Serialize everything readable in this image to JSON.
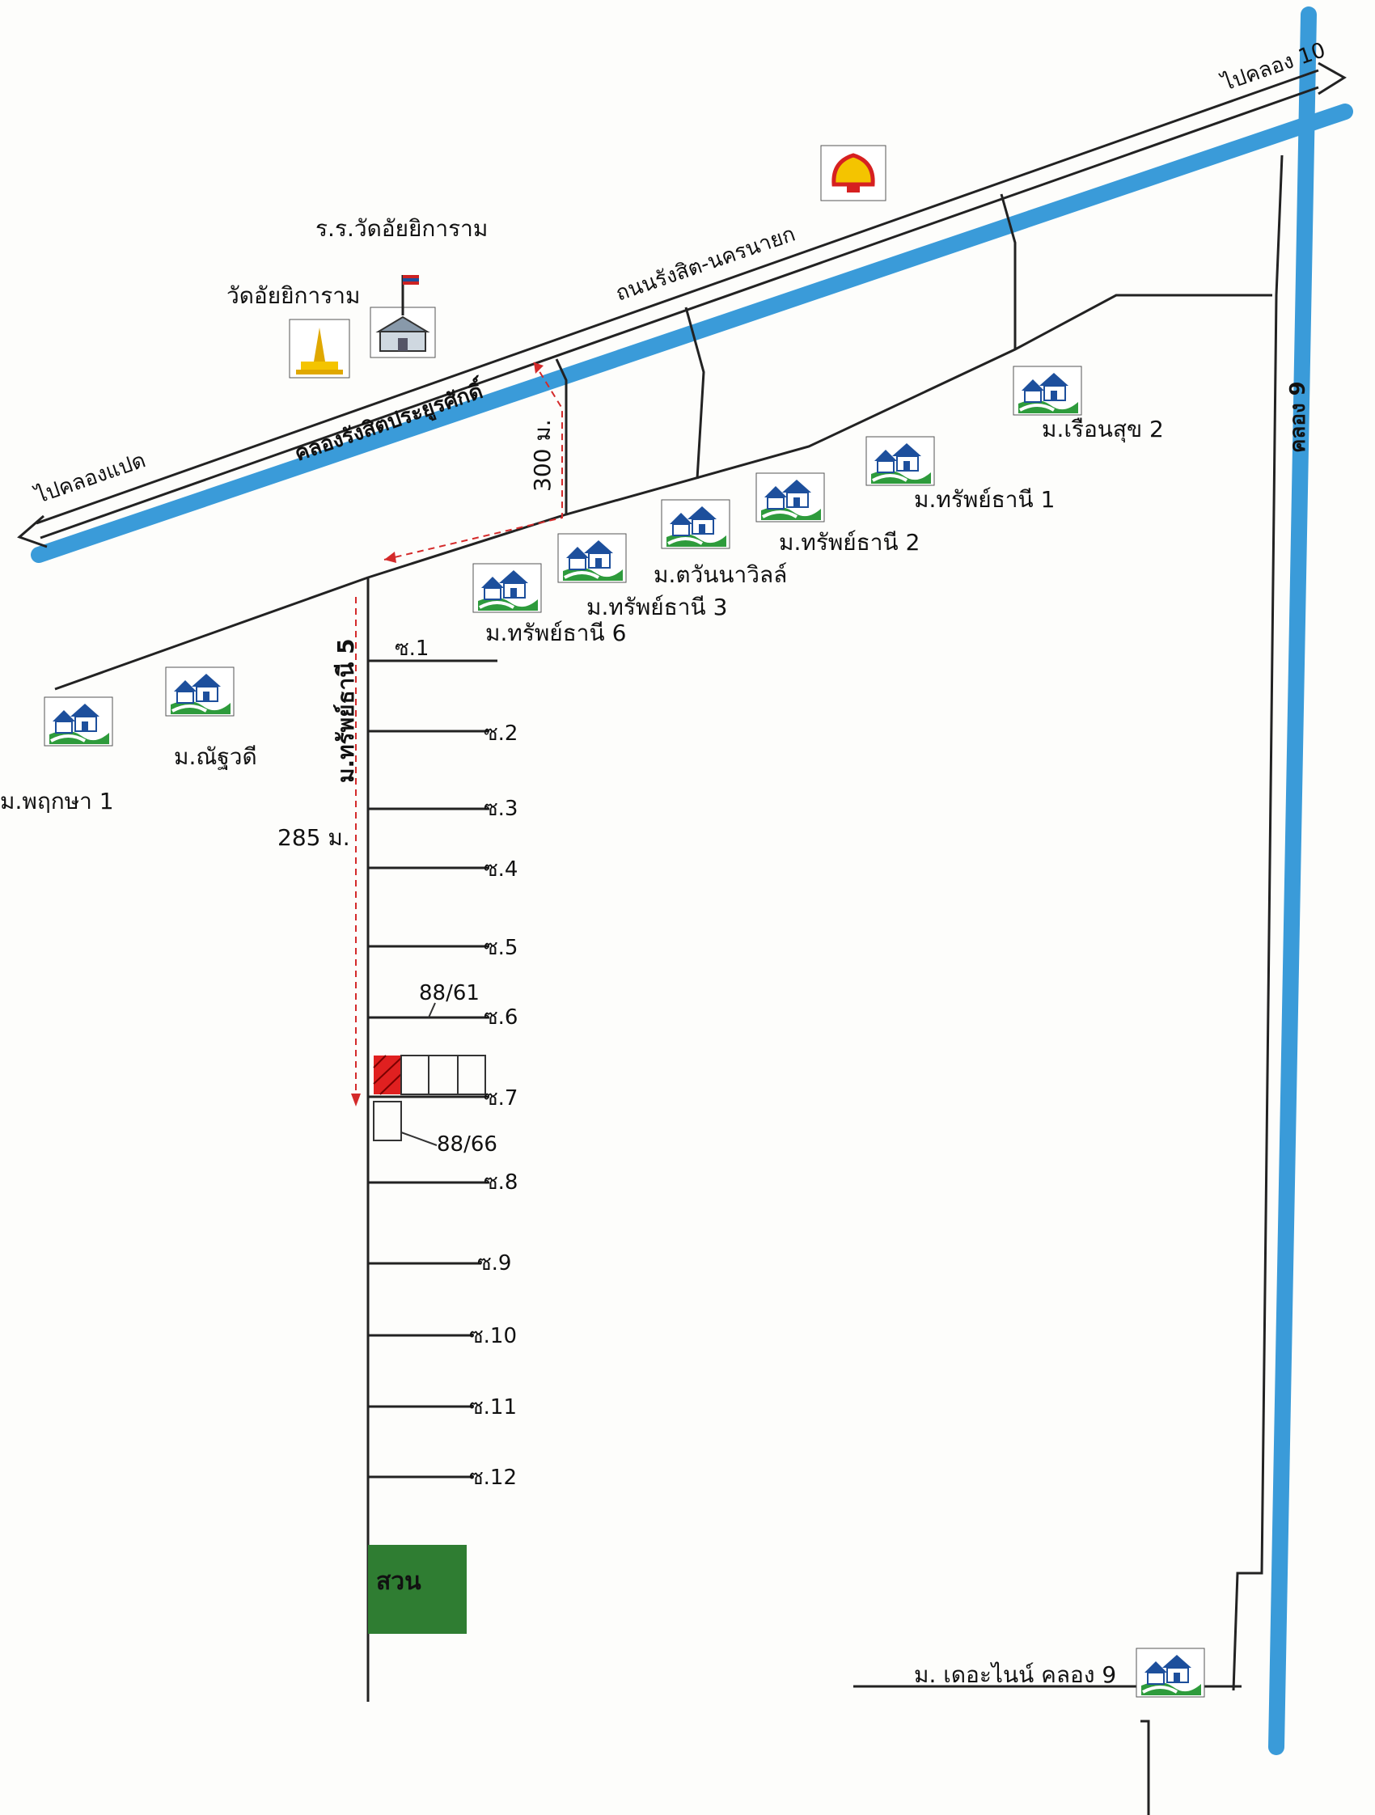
{
  "colors": {
    "canal": "#3a9bd9",
    "measure": "#d42a2a",
    "garden": "#2f7d32",
    "plot": "#e02020",
    "house_roof": "#1d4f9c",
    "house_grass": "#2e9b3c"
  },
  "icons": {
    "shell": "shell-logo-icon",
    "temple": "temple-stupa-icon",
    "school": "school-building-icon",
    "village": "village-houses-icon"
  },
  "labels": {
    "to_klong_10": "ไปคลอง 10",
    "to_klong_paed": "ไปคลองแปด",
    "main_road": "ถนนรังสิต-นครนายก",
    "canal": "คลองรังสิตประยูรศักดิ์",
    "canal_9": "คลอง 9",
    "school": "ร.ร.วัดอัยยิการาม",
    "temple": "วัดอัยยิการาม",
    "dist_300": "300 ม.",
    "dist_285": "285 ม.",
    "side_road": "ม.ทรัพย์ธานี 5",
    "garden": "สวน",
    "plot_88_61": "88/61",
    "plot_88_66": "88/66"
  },
  "villages": [
    "ม.เรือนสุข 2",
    "ม.ทรัพย์ธานี 1",
    "ม.ทรัพย์ธานี 2",
    "ม.ตวันนาวิลล์",
    "ม.ทรัพย์ธานี 3",
    "ม.ทรัพย์ธานี 6",
    "ม.ณัฐวดี",
    "ม.พฤกษา 1",
    "ม. เดอะไนน์ คลอง 9"
  ],
  "sois": [
    "ซ.1",
    "ซ.2",
    "ซ.3",
    "ซ.4",
    "ซ.5",
    "ซ.6",
    "ซ.7",
    "ซ.8",
    "ซ.9",
    "ซ.10",
    "ซ.11",
    "ซ.12"
  ]
}
